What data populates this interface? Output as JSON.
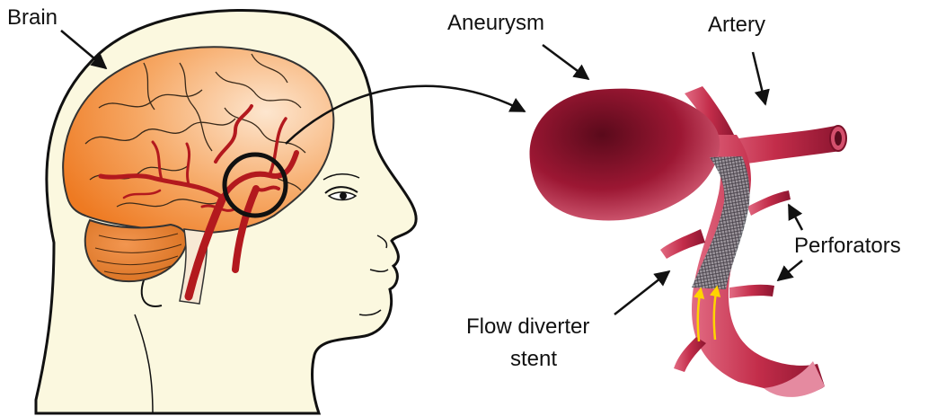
{
  "labels": {
    "brain": "Brain",
    "aneurysm": "Aneurysm",
    "artery": "Artery",
    "perforators": "Perforators",
    "flow_diverter_line1": "Flow diverter",
    "flow_diverter_line2": "stent"
  },
  "colors": {
    "skin": "#fbf8df",
    "brain_orange": "#f58a2a",
    "vessel_red": "#b3191e",
    "aneurysm_dark": "#4a0716",
    "artery_pink": "#c83a56",
    "flow_arrow": "#ffd400",
    "ink": "#111111"
  }
}
